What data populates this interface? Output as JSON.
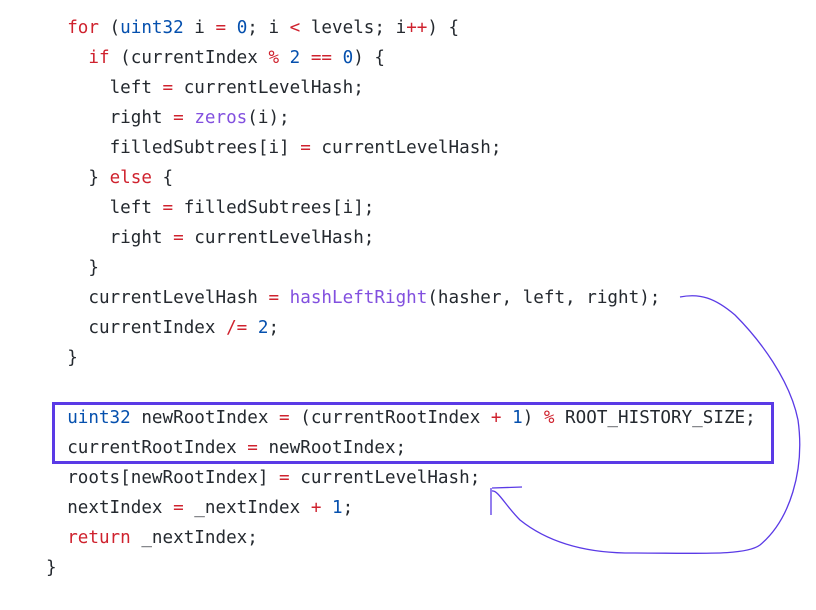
{
  "colors": {
    "keyword": "#cf222e",
    "type": "#0550ae",
    "function": "#8250df",
    "annotation": "#5a3ae6"
  },
  "code_lines": [
    {
      "indent": 1,
      "tokens": [
        [
          "kw",
          "for"
        ],
        [
          "tx",
          " ("
        ],
        [
          "ty",
          "uint32"
        ],
        [
          "tx",
          " i "
        ],
        [
          "op",
          "="
        ],
        [
          "tx",
          " "
        ],
        [
          "num",
          "0"
        ],
        [
          "tx",
          "; i "
        ],
        [
          "op",
          "<"
        ],
        [
          "tx",
          " levels; i"
        ],
        [
          "op",
          "++"
        ],
        [
          "tx",
          ") {"
        ]
      ]
    },
    {
      "indent": 2,
      "tokens": [
        [
          "kw",
          "if"
        ],
        [
          "tx",
          " (currentIndex "
        ],
        [
          "op",
          "%"
        ],
        [
          "tx",
          " "
        ],
        [
          "num",
          "2"
        ],
        [
          "tx",
          " "
        ],
        [
          "op",
          "=="
        ],
        [
          "tx",
          " "
        ],
        [
          "num",
          "0"
        ],
        [
          "tx",
          ") {"
        ]
      ]
    },
    {
      "indent": 3,
      "tokens": [
        [
          "tx",
          "left "
        ],
        [
          "op",
          "="
        ],
        [
          "tx",
          " currentLevelHash;"
        ]
      ]
    },
    {
      "indent": 3,
      "tokens": [
        [
          "tx",
          "right "
        ],
        [
          "op",
          "="
        ],
        [
          "tx",
          " "
        ],
        [
          "fn",
          "zeros"
        ],
        [
          "tx",
          "(i);"
        ]
      ]
    },
    {
      "indent": 3,
      "tokens": [
        [
          "tx",
          "filledSubtrees[i] "
        ],
        [
          "op",
          "="
        ],
        [
          "tx",
          " currentLevelHash;"
        ]
      ]
    },
    {
      "indent": 2,
      "tokens": [
        [
          "tx",
          "} "
        ],
        [
          "kw",
          "else"
        ],
        [
          "tx",
          " {"
        ]
      ]
    },
    {
      "indent": 3,
      "tokens": [
        [
          "tx",
          "left "
        ],
        [
          "op",
          "="
        ],
        [
          "tx",
          " filledSubtrees[i];"
        ]
      ]
    },
    {
      "indent": 3,
      "tokens": [
        [
          "tx",
          "right "
        ],
        [
          "op",
          "="
        ],
        [
          "tx",
          " currentLevelHash;"
        ]
      ]
    },
    {
      "indent": 2,
      "tokens": [
        [
          "tx",
          "}"
        ]
      ]
    },
    {
      "indent": 2,
      "tokens": [
        [
          "tx",
          "currentLevelHash "
        ],
        [
          "op",
          "="
        ],
        [
          "tx",
          " "
        ],
        [
          "fn",
          "hashLeftRight"
        ],
        [
          "tx",
          "(hasher, left, right);"
        ]
      ]
    },
    {
      "indent": 2,
      "tokens": [
        [
          "tx",
          "currentIndex "
        ],
        [
          "op",
          "/="
        ],
        [
          "tx",
          " "
        ],
        [
          "num",
          "2"
        ],
        [
          "tx",
          ";"
        ]
      ]
    },
    {
      "indent": 1,
      "tokens": [
        [
          "tx",
          "}"
        ]
      ]
    },
    {
      "indent": 0,
      "tokens": []
    },
    {
      "indent": 1,
      "tokens": [
        [
          "ty",
          "uint32"
        ],
        [
          "tx",
          " newRootIndex "
        ],
        [
          "op",
          "="
        ],
        [
          "tx",
          " (currentRootIndex "
        ],
        [
          "op",
          "+"
        ],
        [
          "tx",
          " "
        ],
        [
          "num",
          "1"
        ],
        [
          "tx",
          ") "
        ],
        [
          "op",
          "%"
        ],
        [
          "tx",
          " ROOT_HISTORY_SIZE;"
        ]
      ]
    },
    {
      "indent": 1,
      "tokens": [
        [
          "tx",
          "currentRootIndex "
        ],
        [
          "op",
          "="
        ],
        [
          "tx",
          " newRootIndex;"
        ]
      ]
    },
    {
      "indent": 1,
      "tokens": [
        [
          "tx",
          "roots[newRootIndex] "
        ],
        [
          "op",
          "="
        ],
        [
          "tx",
          " currentLevelHash;"
        ]
      ]
    },
    {
      "indent": 1,
      "tokens": [
        [
          "tx",
          "nextIndex "
        ],
        [
          "op",
          "="
        ],
        [
          "tx",
          " _nextIndex "
        ],
        [
          "op",
          "+"
        ],
        [
          "tx",
          " "
        ],
        [
          "num",
          "1"
        ],
        [
          "tx",
          ";"
        ]
      ]
    },
    {
      "indent": 1,
      "tokens": [
        [
          "kw",
          "return"
        ],
        [
          "tx",
          " _nextIndex;"
        ]
      ]
    },
    {
      "indent": 0,
      "tokens": [
        [
          "tx",
          "}"
        ]
      ]
    }
  ]
}
